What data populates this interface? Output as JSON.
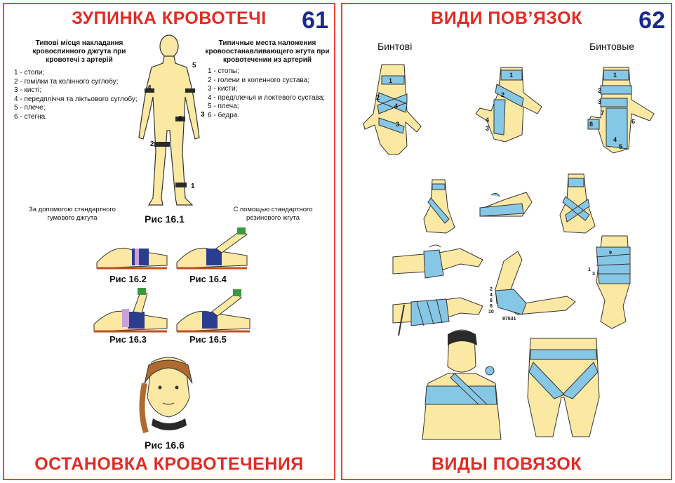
{
  "left": {
    "title_top": "ЗУПИНКА КРОВОТЕЧІ",
    "page_number": "61",
    "title_bottom": "ОСТАНОВКА КРОВОТЕЧЕНИЯ",
    "uk_header": "Типові місця накладання кровоспинного джгута при кровотечі з артерій",
    "uk_items": [
      "1 - стопи;",
      "2 - гомілки та колінного суглобу;",
      "3 - кисті;",
      "4 - передпліччя та ліктьового суглобу;",
      "5 - плече;",
      "6 - стегна."
    ],
    "ru_header": "Типичные места наложения кровоостанавливающего жгута при кровотечении из артерий",
    "ru_items": [
      "1 - стопы;",
      "2 - голени и коленного сустава;",
      "3 - кисти;",
      "4 - предплечья и локтевого сустава;",
      "5 - плеча;",
      "6 - бедра."
    ],
    "figure_markers": [
      "1",
      "2",
      "3",
      "4",
      "5",
      "6"
    ],
    "caption_uk": "За допомогою стандартного гумового джгута",
    "caption_ru": "С помощью стандартного резинового жгута",
    "figures": {
      "f1": "Рис 16.1",
      "f2": "Рис 16.2",
      "f3": "Рис 16.3",
      "f4": "Рис 16.4",
      "f5": "Рис 16.5",
      "f6": "Рис 16.6"
    }
  },
  "right": {
    "title_top": "ВИДИ ПОВ’ЯЗОК",
    "page_number": "62",
    "title_bottom": "ВИДЫ ПОВЯЗОК",
    "label_uk": "Бинтові",
    "label_ru": "Бинтовые",
    "bandage_numbers": [
      "1",
      "2",
      "3",
      "4",
      "5",
      "6",
      "7",
      "8"
    ],
    "elbow_numbers": "97531",
    "elbow_side": [
      "2",
      "4",
      "6",
      "8",
      "10"
    ]
  },
  "colors": {
    "title_red": "#e32b24",
    "page_number_blue": "#1b2a8f",
    "border_red": "#e8452c",
    "skin": "#fbe8a3",
    "bandage": "#86c7e6",
    "tourniquet": "#2a2a2a"
  }
}
